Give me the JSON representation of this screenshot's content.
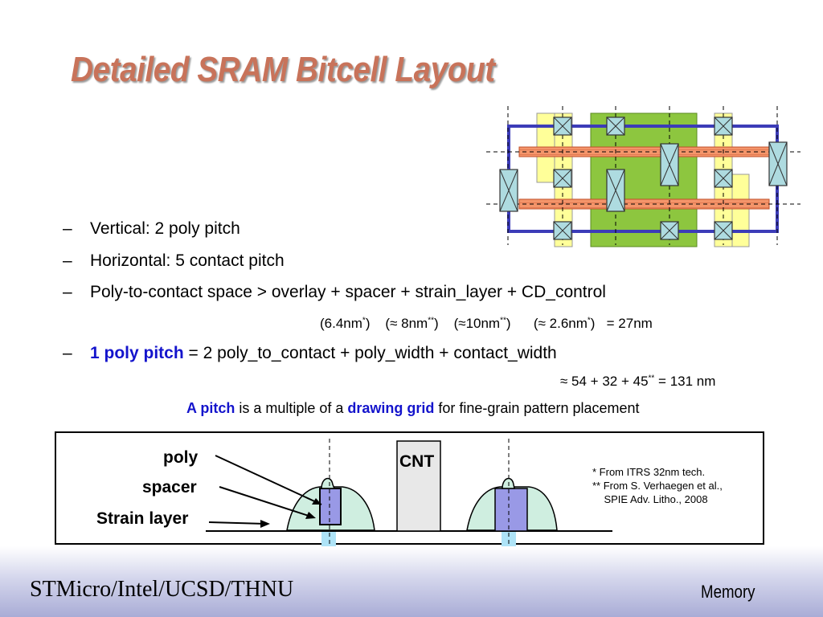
{
  "slide": {
    "title": "Detailed SRAM Bitcell Layout",
    "bullets": [
      {
        "dash": "–",
        "text": "Vertical: 2 poly pitch"
      },
      {
        "dash": "–",
        "text": "Horizontal: 5 contact pitch"
      },
      {
        "dash": "–",
        "text": "Poly-to-contact space > overlay + spacer + strain_layer + CD_control"
      }
    ],
    "values_line": {
      "a": "(6.4nm",
      "a_sup": "*",
      "a_end": ")",
      "b": "(≈ 8nm",
      "b_sup": "**",
      "b_end": ")",
      "c": "(≈10nm",
      "c_sup": "**",
      "c_end": ")",
      "d": "(≈ 2.6nm",
      "d_sup": "*",
      "d_end": ")",
      "e": "= 27nm"
    },
    "pitch_bullet": {
      "dash": "–",
      "highlight": "1 poly pitch",
      "rest": " = 2 poly_to_contact + poly_width + contact_width"
    },
    "pitch_calc": {
      "text": "≈ 54 + 32 + 45",
      "sup": "**",
      "end": " = 131 nm"
    },
    "pitch_note": {
      "a": "A pitch",
      "b": " is a multiple of a ",
      "c": "drawing grid",
      "d": " for fine-grain pattern placement"
    },
    "cross_section": {
      "labels": {
        "poly": "poly",
        "spacer": "spacer",
        "strain": "Strain layer",
        "cnt": "CNT"
      },
      "footnotes": [
        "*  From ITRS 32nm tech.",
        "** From S. Verhaegen et al.,",
        "    SPIE Adv. Litho., 2008"
      ]
    },
    "footer": {
      "left": "STMicro/Intel/UCSD/THNU",
      "right": "Memory"
    },
    "colors": {
      "title": "#c8735a",
      "highlight": "#1414cc",
      "poly": "#f4956a",
      "active": "#8dc63f",
      "nwell": "#ffff99",
      "contact": "#aedbe0",
      "metal": "#3c3cb8",
      "spacer": "#cfeee0",
      "poly_gate": "#9999e6"
    }
  }
}
